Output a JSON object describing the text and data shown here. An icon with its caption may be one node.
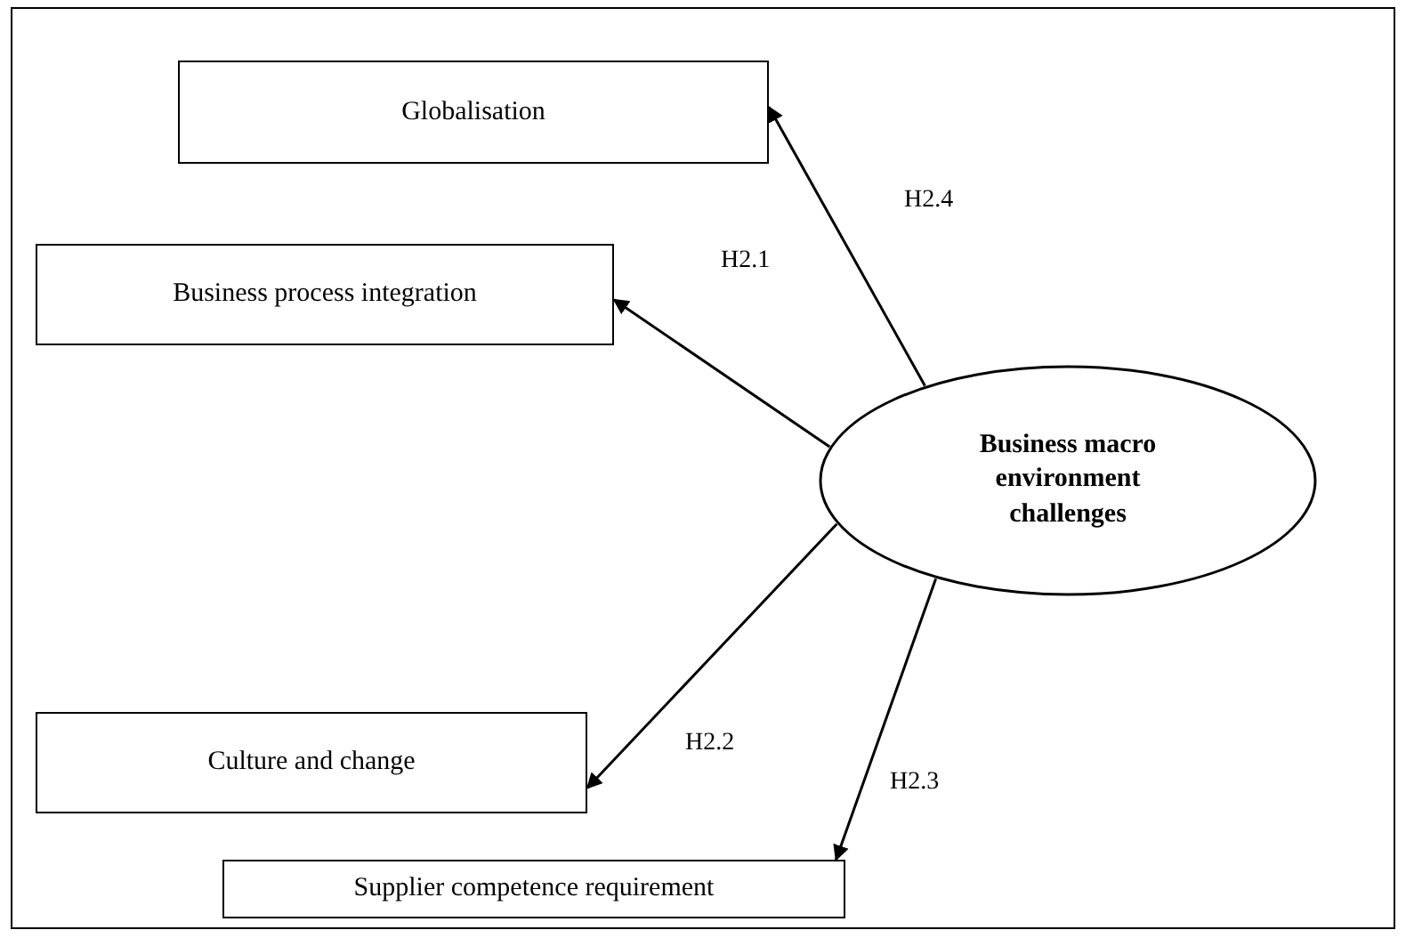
{
  "diagram": {
    "nodes": [
      {
        "text": [
          "Globalisation"
        ]
      },
      {
        "text": [
          "Business process integration"
        ]
      },
      {
        "text": [
          "Business macro environment challenges"
        ]
      },
      {
        "text": [
          "Culture and change"
        ]
      },
      {
        "text": [
          "Supplier competence requirement"
        ]
      }
    ],
    "edges": [
      {
        "from": 2,
        "to": 0,
        "arrow": "to",
        "label": "H2.4"
      },
      {
        "from": 2,
        "to": 1,
        "arrow": "to",
        "label": "H2.1"
      },
      {
        "from": 2,
        "to": 3,
        "arrow": "to",
        "label": "H2.2"
      },
      {
        "from": 2,
        "to": 4,
        "arrow": "to",
        "label": "H2.3"
      }
    ]
  }
}
